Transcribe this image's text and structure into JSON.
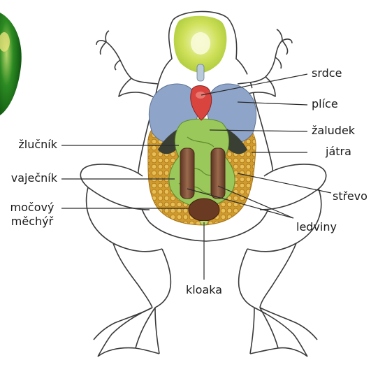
{
  "labels": {
    "heart": "srdce",
    "lungs": "plíce",
    "stomach": "žaludek",
    "liver": "játra",
    "intestine": "střevo",
    "kidneys": "ledviny",
    "gallbladder": "žlučník",
    "ovary": "vaječník",
    "bladder_line1": "močový",
    "bladder_line2": "měchýř",
    "cloaca": "kloaka"
  },
  "colors": {
    "outline": "#3a3a3a",
    "heart": "#d9443f",
    "lungs": "#8ea5c9",
    "liver": "#d7a43a",
    "gut": "#9bc85a",
    "stomach_dark": "#3a3f34",
    "kidney": "#7a4a33",
    "bladder": "#6b3a22",
    "head_glow": "#c9dc4a",
    "leaf_green": "#1f7a1a"
  }
}
